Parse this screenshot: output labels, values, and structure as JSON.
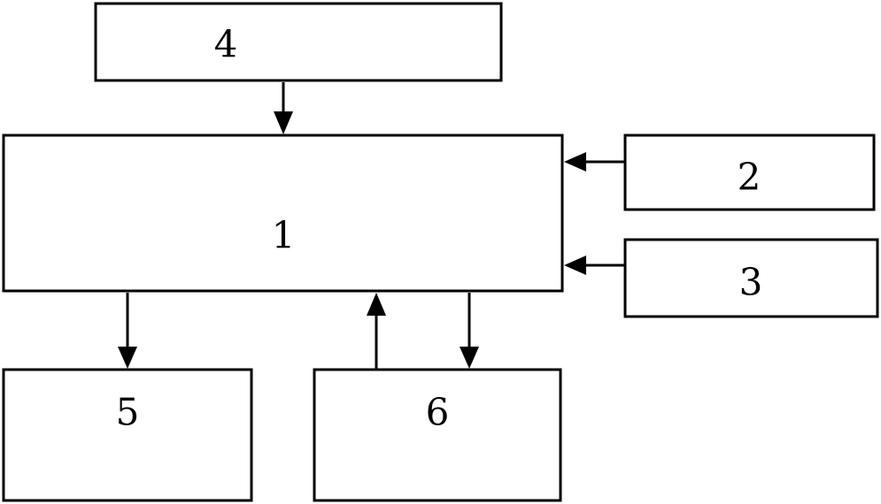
{
  "blocks": {
    "b1": "1",
    "b2": "2",
    "b3": "3",
    "b4": "4",
    "b5": "5",
    "b6": "6"
  },
  "connections": [
    {
      "from": "4",
      "to": "1"
    },
    {
      "from": "2",
      "to": "1"
    },
    {
      "from": "3",
      "to": "1"
    },
    {
      "from": "1",
      "to": "5"
    },
    {
      "from": "6",
      "to": "1"
    },
    {
      "from": "1",
      "to": "6"
    }
  ],
  "colors": {
    "stroke": "#000000",
    "background": "#ffffff"
  }
}
